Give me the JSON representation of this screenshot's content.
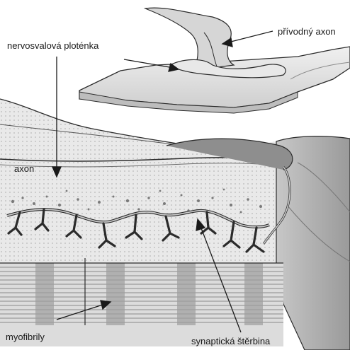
{
  "labels": {
    "nmj": "nervosvalová ploténka",
    "afferent_axon": "přívodný axon",
    "axon": "axon",
    "myofibrils": "myofibrily",
    "synaptic_cleft": "synaptická štěrbina"
  },
  "colors": {
    "background": "#ffffff",
    "muscle_fill": "#e4e4e4",
    "muscle_shadow": "#b9b9b9",
    "muscle_dark": "#8c8c8c",
    "nerve_fill": "#cfcfcf",
    "outline": "#2b2b2b",
    "stripe": "#6f6f6f",
    "label_text": "#1a1a1a"
  }
}
